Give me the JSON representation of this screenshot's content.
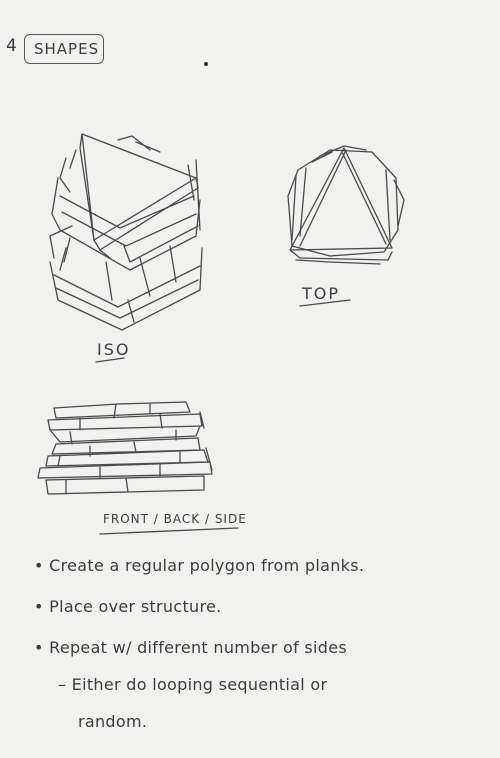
{
  "header": {
    "page_number": "4",
    "title": "SHAPES"
  },
  "views": {
    "iso_label": "ISO",
    "top_label": "TOP",
    "front_label": "FRONT / BACK / SIDE"
  },
  "notes": [
    "• Create a regular polygon from planks.",
    "• Place over structure.",
    "• Repeat w/ different number of sides",
    "– Either do looping sequential or",
    "random."
  ]
}
